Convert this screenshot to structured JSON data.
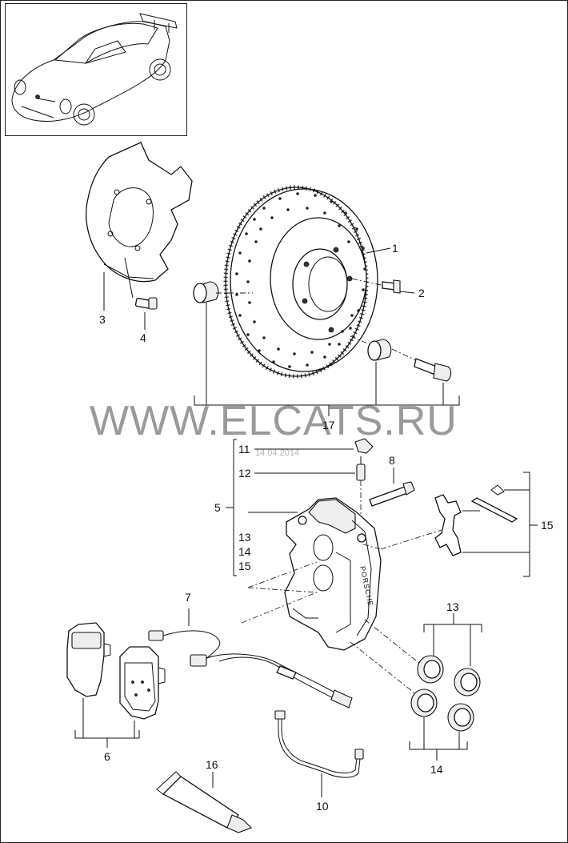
{
  "thumbnail": {
    "icon": "porsche-911-coupe-icon"
  },
  "watermark": {
    "text": "WWW.ELCATS.RU",
    "date": "14.04.2014"
  },
  "labels": {
    "n1": "1",
    "n2": "2",
    "n3": "3",
    "n4": "4",
    "n5": "5",
    "n6": "6",
    "n7": "7",
    "n8": "8",
    "n10": "10",
    "n11": "11",
    "n12": "12",
    "n13a": "13",
    "n13b": "13",
    "n14a": "14",
    "n14b": "14",
    "n15a": "15",
    "n15b": "15",
    "n16": "16",
    "n17": "17"
  },
  "caliper_brand": "PORSCHE",
  "colors": {
    "line": "#111111",
    "watermark": "#9a9a9a",
    "frame": "#222222"
  }
}
